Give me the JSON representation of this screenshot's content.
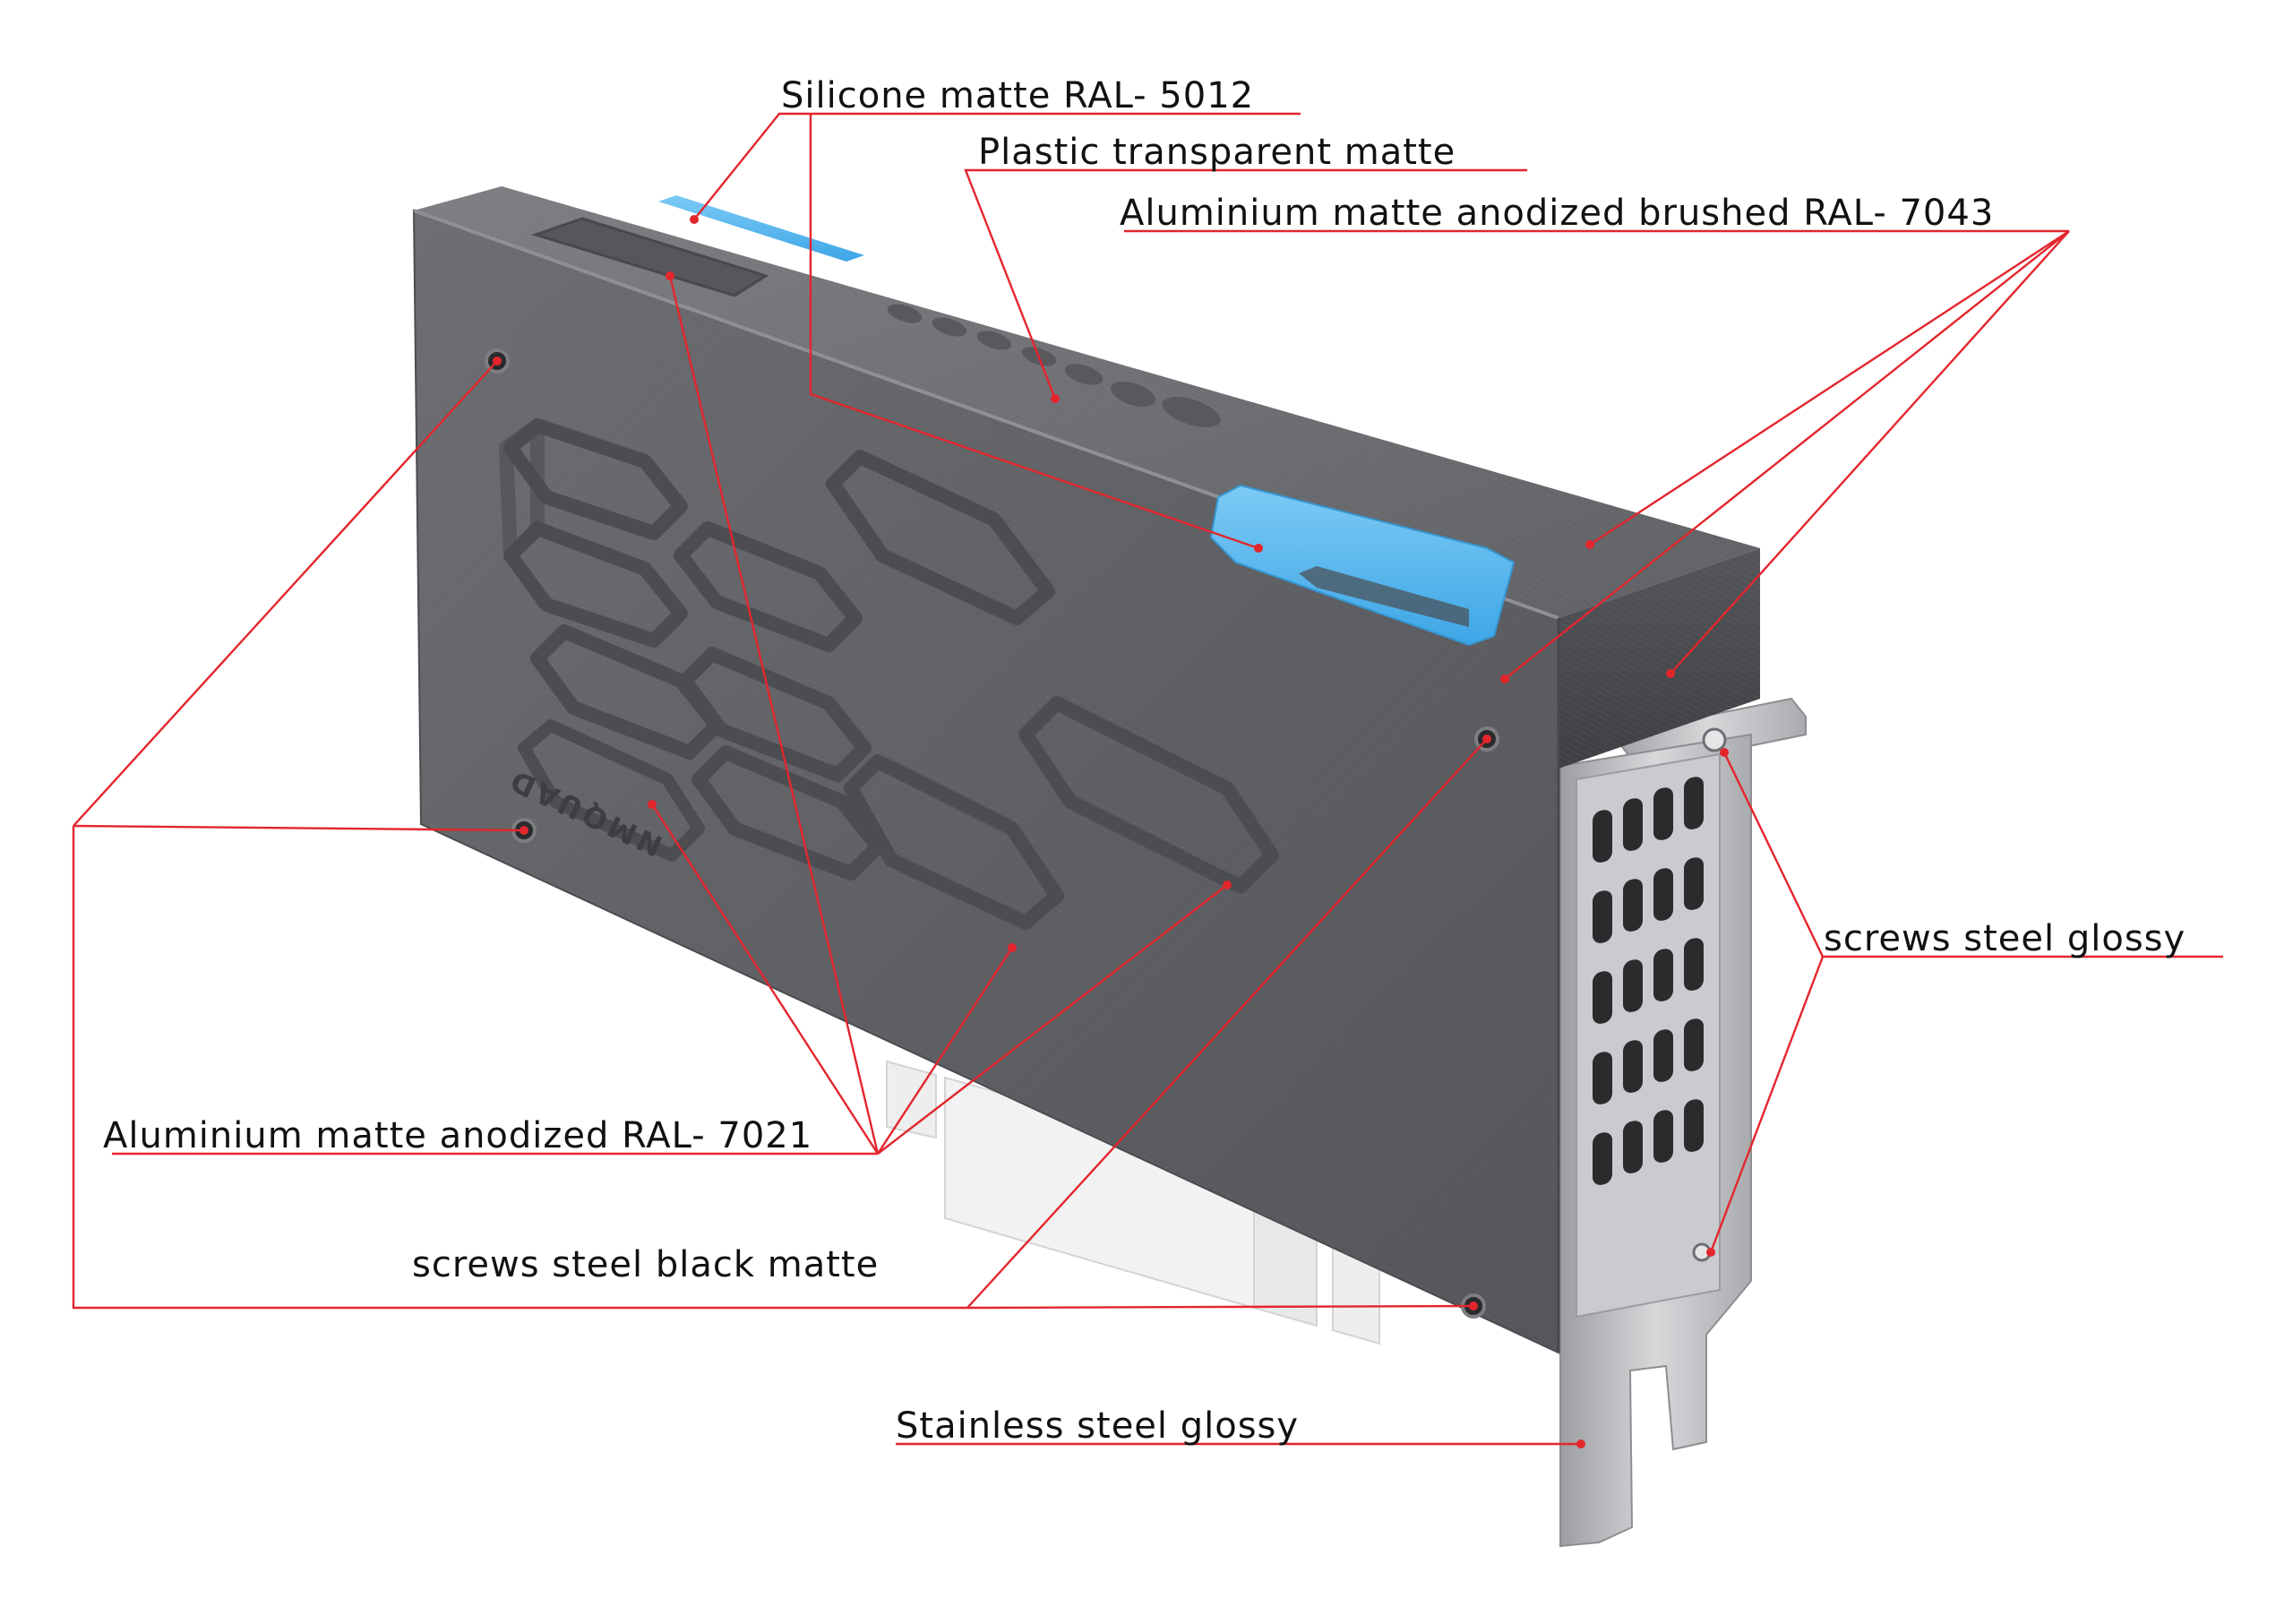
{
  "product": {
    "logo_text": "NMQUAD"
  },
  "callouts": {
    "silicone": "Silicone matte RAL- 5012",
    "plastic": "Plastic transparent matte",
    "aluminium_brushed": "Aluminium matte anodized brushed RAL- 7043",
    "screws_glossy": "screws steel glossy",
    "aluminium_anodized": "Aluminium matte anodized RAL- 7021",
    "screws_black": "screws steel black matte",
    "stainless": "Stainless steel glossy"
  },
  "colors": {
    "leader_line": "#e3262d",
    "silicone_blue": "#5ab8ee",
    "aluminium_dark": "#5a5c60",
    "aluminium_brushed": "#6e7074",
    "stainless_steel": "#c4c6c9"
  }
}
